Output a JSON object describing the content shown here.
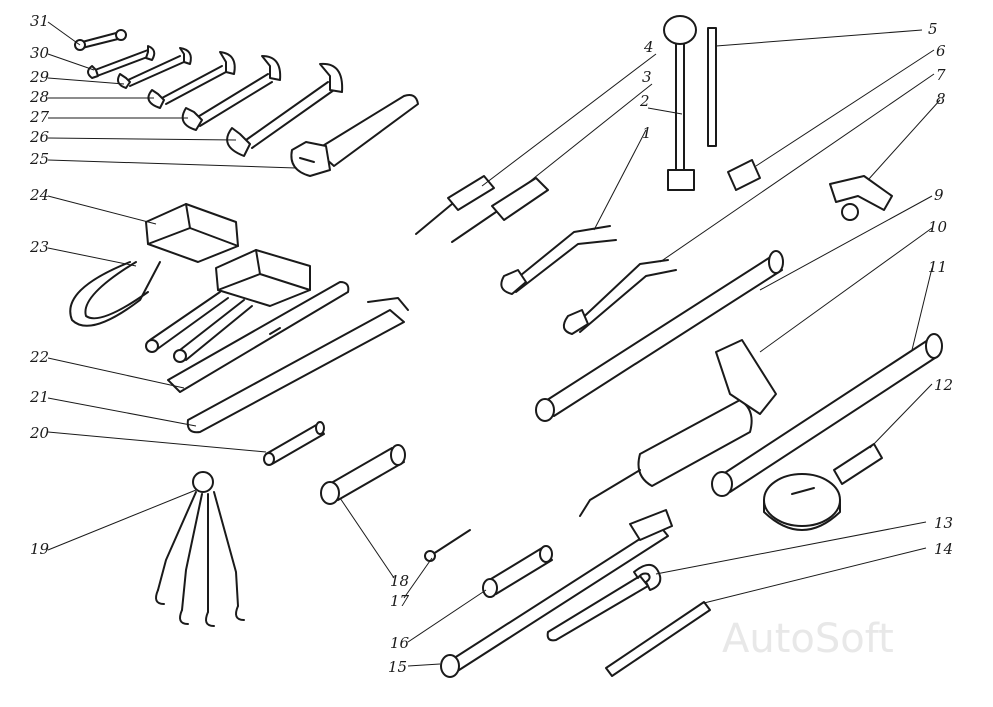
{
  "callouts": {
    "c1": "1",
    "c2": "2",
    "c3": "3",
    "c4": "4",
    "c5": "5",
    "c6": "6",
    "c7": "7",
    "c8": "8",
    "c9": "9",
    "c10": "10",
    "c11": "11",
    "c12": "12",
    "c13": "13",
    "c14": "14",
    "c15": "15",
    "c16": "16",
    "c17": "17",
    "c18": "18",
    "c19": "19",
    "c20": "20",
    "c21": "21",
    "c22": "22",
    "c23": "23",
    "c24": "24",
    "c25": "25",
    "c26": "26",
    "c27": "27",
    "c28": "28",
    "c29": "29",
    "c30": "30",
    "c31": "31"
  },
  "watermark": "AutoSoft",
  "colors": {
    "ink": "#1a1a1a",
    "background": "#ffffff",
    "watermark": "#e8e8e8"
  }
}
